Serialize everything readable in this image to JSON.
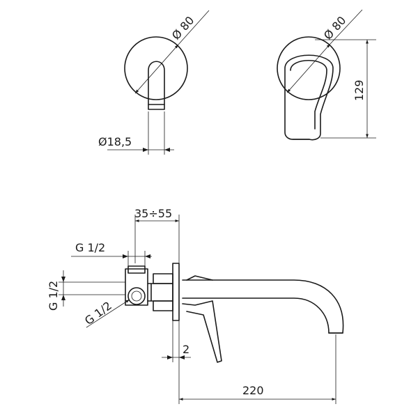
{
  "drawing": {
    "dimensions": {
      "front_plate_diameter": "Ø 80",
      "side_plate_diameter": "Ø 80",
      "side_height": "129",
      "spout_diameter": "Ø18,5",
      "wall_depth_range": "35÷55",
      "top_connection": "G 1/2",
      "left_connection": "G 1/2",
      "lower_connection": "G 1/2",
      "plate_thickness": "2",
      "spout_length": "220"
    }
  }
}
